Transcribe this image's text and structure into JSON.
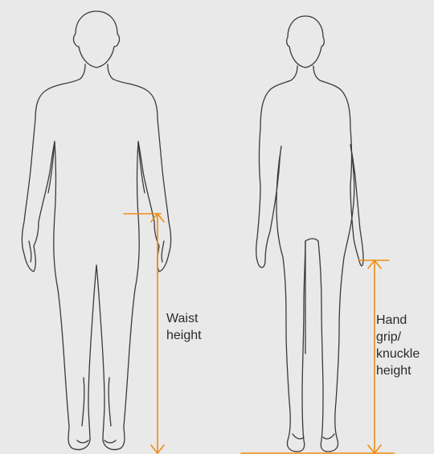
{
  "labels": {
    "waist": [
      "Waist",
      "height"
    ],
    "hand": [
      "Hand",
      "grip/",
      "knuckle",
      "height"
    ]
  },
  "colors": {
    "background": "#e9e9e9",
    "outline": "#3a3a3a",
    "measure": "#f08c12"
  },
  "figures": [
    "male-silhouette",
    "female-silhouette"
  ]
}
